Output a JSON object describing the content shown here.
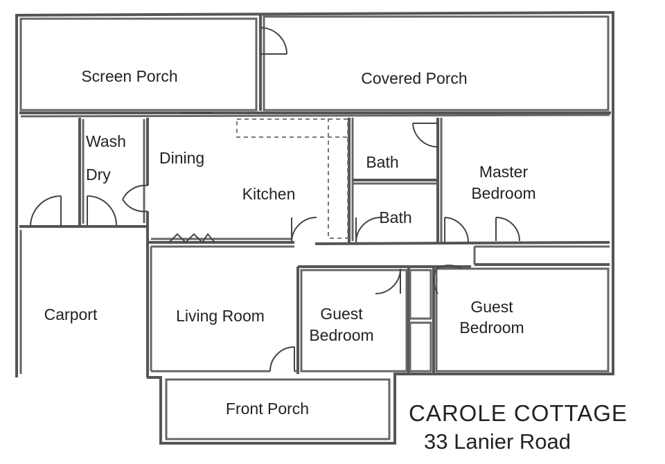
{
  "rooms": {
    "screen_porch": "Screen Porch",
    "covered_porch": "Covered Porch",
    "wash": "Wash",
    "dry": "Dry",
    "dining": "Dining",
    "kitchen": "Kitchen",
    "bath1": "Bath",
    "bath2": "Bath",
    "master_bedroom_l1": "Master",
    "master_bedroom_l2": "Bedroom",
    "carport": "Carport",
    "living_room": "Living Room",
    "guest_bedroom1_l1": "Guest",
    "guest_bedroom1_l2": "Bedroom",
    "guest_bedroom2_l1": "Guest",
    "guest_bedroom2_l2": "Bedroom",
    "front_porch": "Front Porch"
  },
  "title": {
    "name": "CAROLE COTTAGE",
    "address": "33 Lanier Road"
  }
}
